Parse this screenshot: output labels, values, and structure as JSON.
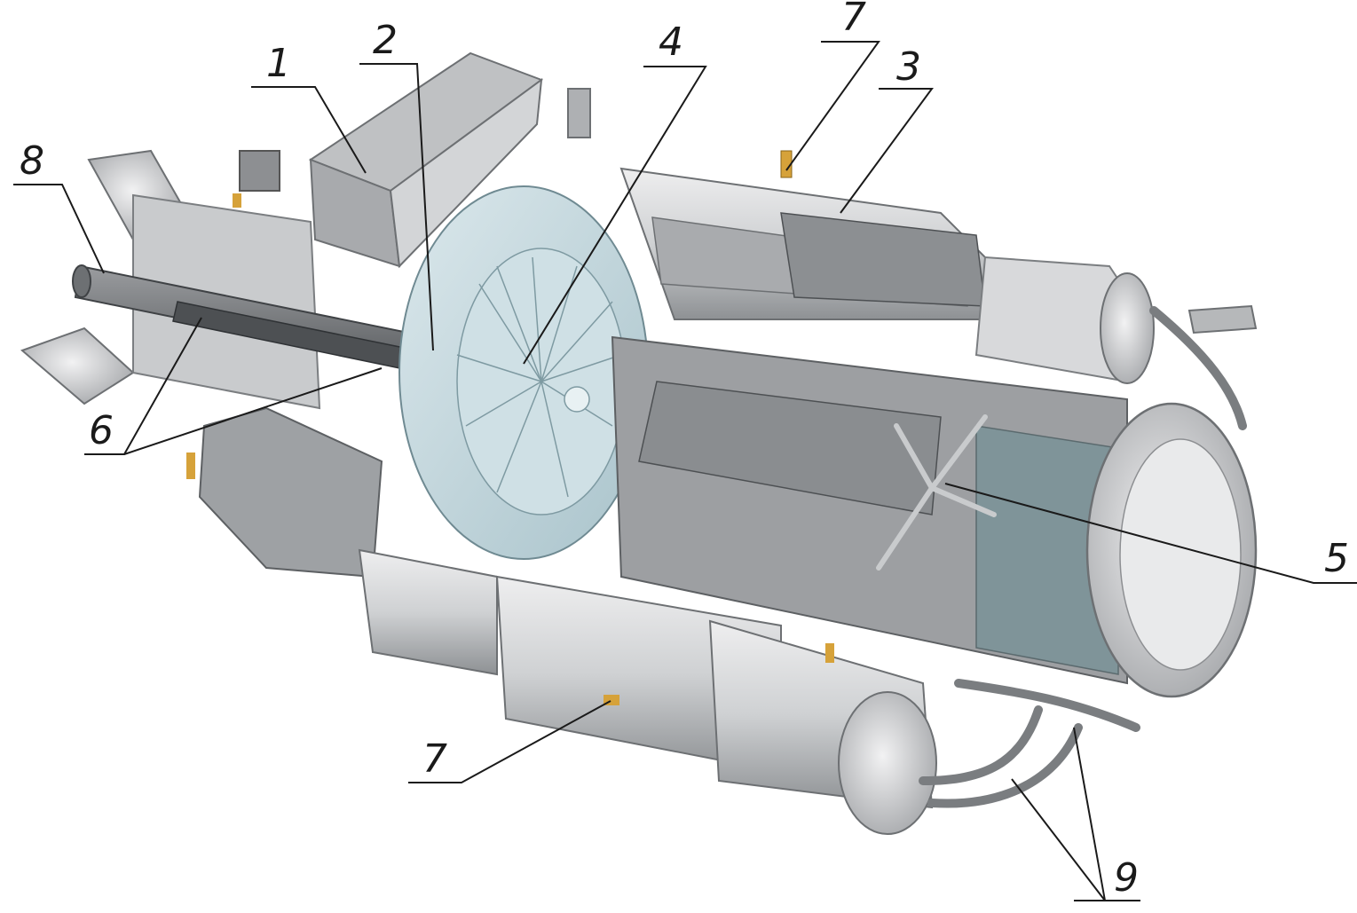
{
  "figure": {
    "callouts": [
      {
        "id": "c1",
        "label": "1"
      },
      {
        "id": "c2",
        "label": "2"
      },
      {
        "id": "c3",
        "label": "3"
      },
      {
        "id": "c4",
        "label": "4"
      },
      {
        "id": "c5",
        "label": "5"
      },
      {
        "id": "c6",
        "label": "6"
      },
      {
        "id": "c7a",
        "label": "7"
      },
      {
        "id": "c7b",
        "label": "7"
      },
      {
        "id": "c8",
        "label": "8"
      },
      {
        "id": "c9",
        "label": "9"
      }
    ]
  },
  "colors": {
    "background": "#ffffff",
    "metal_light": "#d9dadb",
    "metal_mid": "#b6b8ba",
    "metal_dark": "#7b7e81",
    "cutaway_blue": "#bfd5dc",
    "brass_fitting": "#d6a23a",
    "line": "#1a1a1a"
  }
}
